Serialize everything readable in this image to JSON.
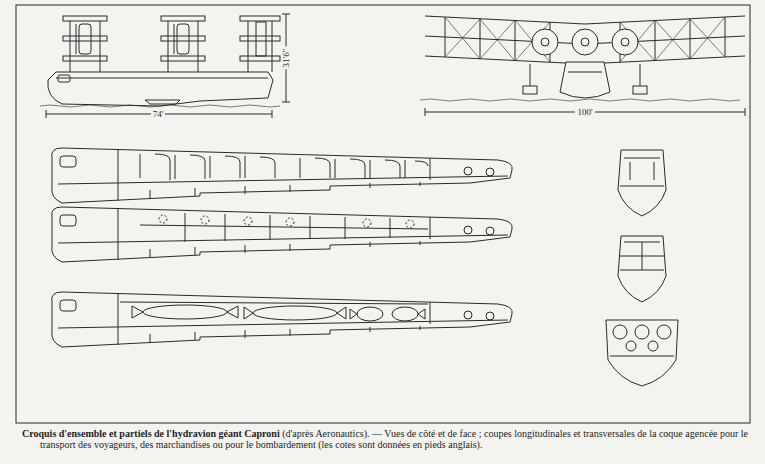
{
  "diagram": {
    "title": "Croquis d'ensemble et partiels de l'hydravion géant Caproni",
    "caption": "(d'après Aeronautics). — Vues de côté et de face ; coupes longitudinales et transversales de la coque agencée pour le transport des voyageurs, des marchandises ou pour le bombardement (les cotes sont données en pieds anglais).",
    "labels": [
      "31'6\"",
      "74'",
      "100'"
    ]
  }
}
